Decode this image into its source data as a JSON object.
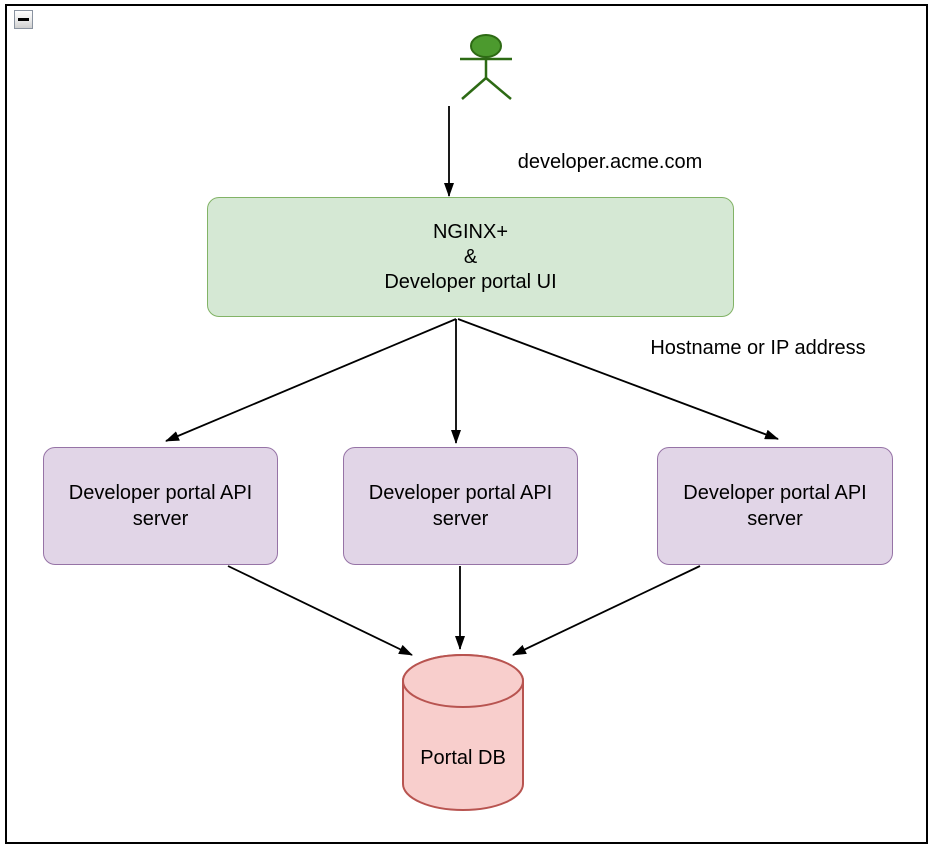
{
  "canvas": {
    "background": "#ffffff",
    "frame_border_color": "#000000",
    "edge_color": "#000000",
    "collapse_icon": "minus"
  },
  "labels": {
    "domain": "developer.acme.com",
    "routing": "Hostname or IP address"
  },
  "actor": {
    "name": "user",
    "fill": "#4C9A2E",
    "stroke": "#2D6A14"
  },
  "nodes": {
    "gateway": {
      "lines": [
        "NGINX+",
        "&",
        "Developer portal UI"
      ],
      "fill": "#D5E8D4",
      "stroke": "#82B366"
    },
    "api_servers": [
      {
        "label": "Developer portal API server"
      },
      {
        "label": "Developer portal API server"
      },
      {
        "label": "Developer portal API server"
      }
    ],
    "database": {
      "label": "Portal DB",
      "fill": "#F8CECC",
      "stroke": "#B85450"
    }
  }
}
